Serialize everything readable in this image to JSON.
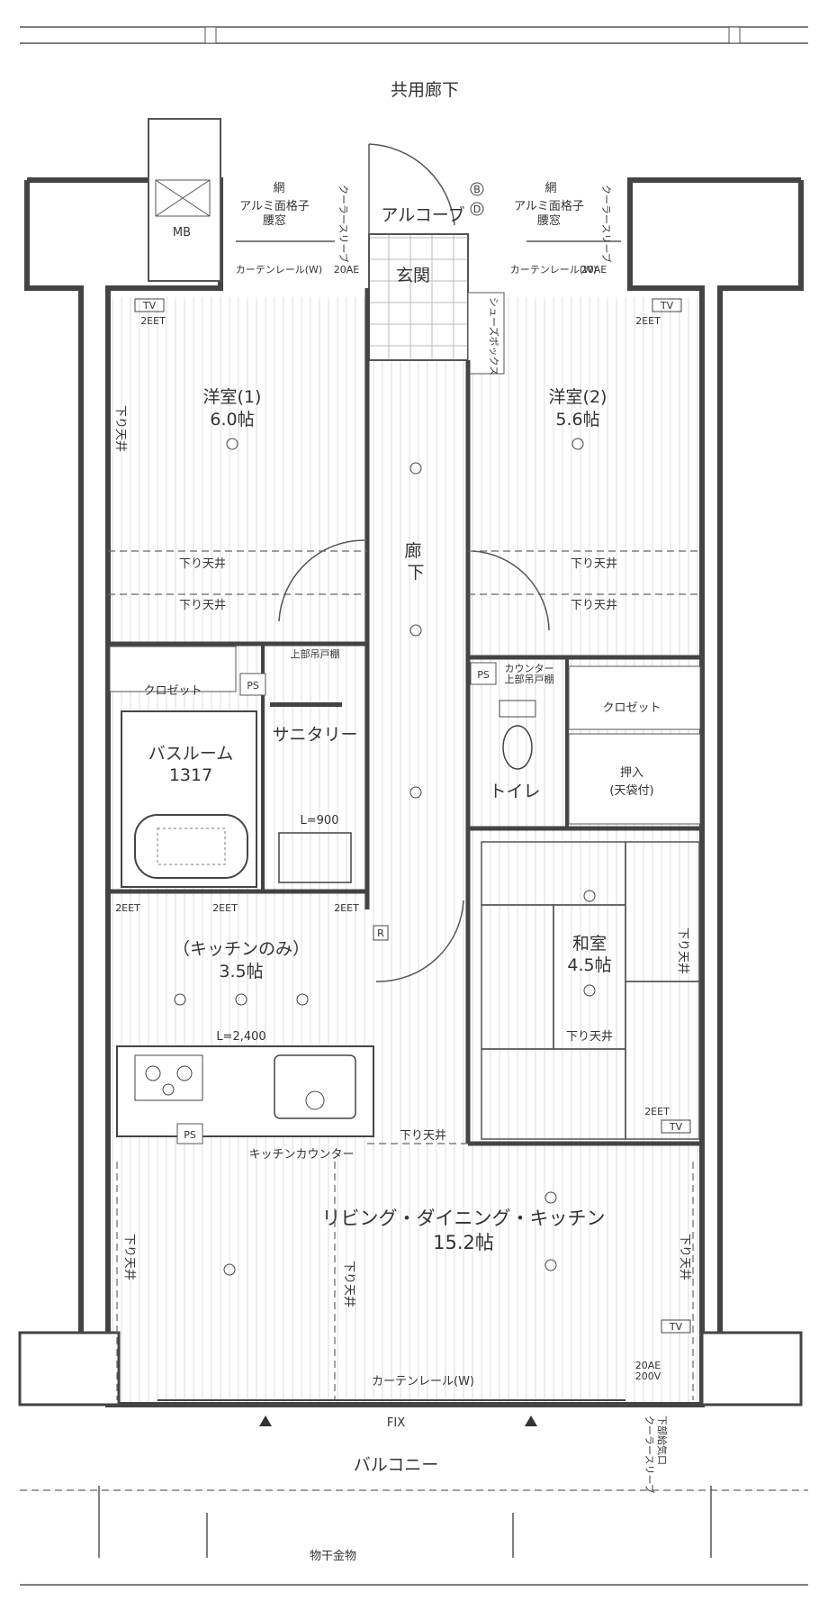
{
  "labels": {
    "corridor_common": "共用廊下",
    "alcove": "アルコーブ",
    "entrance": "玄関",
    "shoe_box": "シューズボックス",
    "hallway": "廊下",
    "mb": "MB",
    "mesh_left": "網",
    "mesh_right": "網",
    "window_left": "アルミ面格子\n腰窓",
    "window_right": "アルミ面格子\n腰窓",
    "cooler_sleeve_left": "クーラースリーブ",
    "cooler_sleeve_right": "クーラースリーブ",
    "curtain_rail_left": "カーテンレール(W)",
    "curtain_rail_right": "カーテンレール(W)",
    "curtain_rail_bottom": "カーテンレール(W)",
    "outlet_20ae": "20AE",
    "outlet_2eet": "2EET",
    "western_room_1": "洋室(1)",
    "western_room_1_size": "6.0帖",
    "western_room_2": "洋室(2)",
    "western_room_2_size": "5.6帖",
    "lowered_ceiling": "下り天井",
    "lowered_ceiling_vertical": "下り天井",
    "closet_left": "クロゼット",
    "closet_right": "クロゼット",
    "ps": "PS",
    "upper_cabinet": "上部吊戸棚",
    "counter_cabinet": "カウンター\n上部吊戸棚",
    "bathroom": "バスルーム",
    "bathroom_size": "1317",
    "sanitary": "サニタリー",
    "vanity_length": "L=900",
    "toilet": "トイレ",
    "oshiire": "押入",
    "oshiire_note": "(天袋付)",
    "japanese_room": "和室",
    "japanese_room_size": "4.5帖",
    "kitchen_only": "（キッチンのみ）",
    "kitchen_size": "3.5帖",
    "kitchen_length": "L=2,400",
    "kitchen_counter": "キッチンカウンター",
    "ldk": "リビング・ダイニング・キッチン",
    "ldk_size": "15.2帖",
    "fix": "FIX",
    "balcony": "バルコニー",
    "drying_hardware": "物干金物",
    "cooler_sleeve_bottom": "クーラースリーブ\n下部給気口",
    "outlet_20ae_200v": "20AE\n200V",
    "tv": "TV",
    "r": "R",
    "b": "B",
    "d": "D"
  }
}
